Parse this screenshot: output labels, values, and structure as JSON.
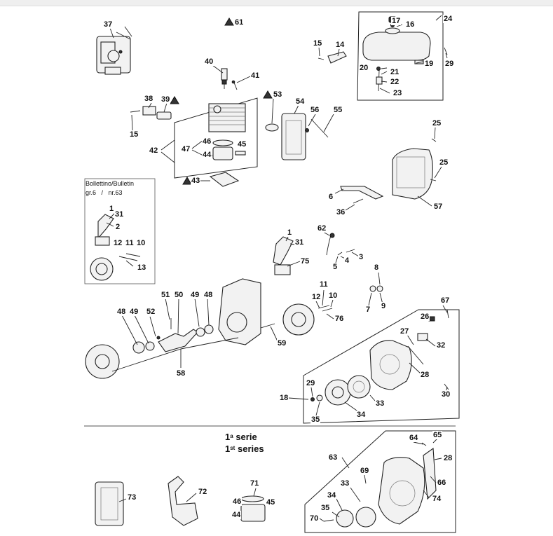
{
  "callouts": [
    "1",
    "2",
    "3",
    "4",
    "5",
    "6",
    "7",
    "8",
    "9",
    "10",
    "11",
    "12",
    "13",
    "14",
    "15",
    "16",
    "17",
    "18",
    "19",
    "20",
    "21",
    "22",
    "23",
    "24",
    "25",
    "26",
    "27",
    "28",
    "29",
    "30",
    "31",
    "32",
    "33",
    "34",
    "35",
    "36",
    "37",
    "38",
    "39",
    "40",
    "41",
    "42",
    "43",
    "44",
    "45",
    "46",
    "47",
    "48",
    "49",
    "50",
    "51",
    "52",
    "53",
    "54",
    "55",
    "56",
    "57",
    "58",
    "59",
    "61",
    "62",
    "63",
    "64",
    "65",
    "66",
    "67",
    "69",
    "70",
    "71",
    "72",
    "73",
    "74",
    "75",
    "76"
  ],
  "notes": {
    "bulletin_line1": "Bollettino/Bulletin",
    "bulletin_line2": "gr.6   /   nr.63"
  },
  "series": {
    "it_num": "1",
    "it_sup": "a",
    "it_word": "serie",
    "en_num": "1",
    "en_sup": "st",
    "en_word": "series"
  }
}
